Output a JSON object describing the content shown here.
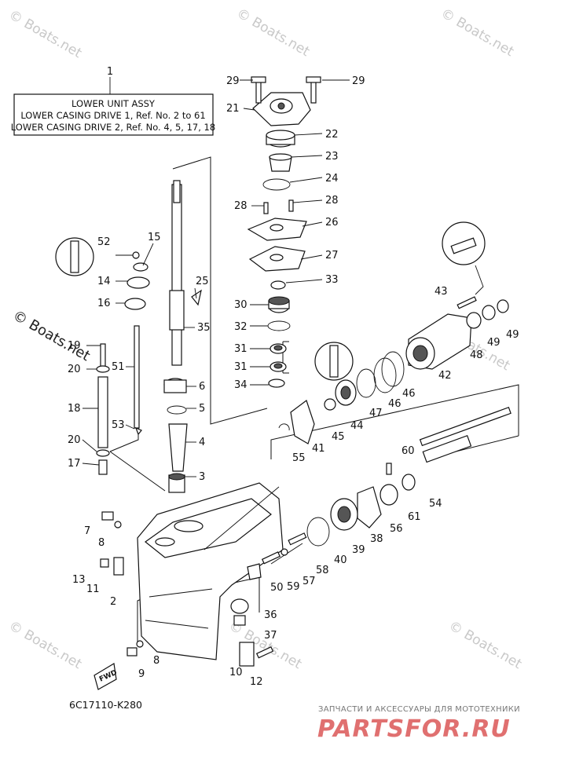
{
  "watermark": "© Boats.net",
  "assembly": {
    "ref": "1",
    "line1": "LOWER UNIT ASSY",
    "line2": "LOWER CASING DRIVE 1,  Ref. No. 2 to 61",
    "line3": "LOWER CASING DRIVE 2,  Ref. No. 4, 5, 17, 18"
  },
  "callouts": [
    "29",
    "29",
    "21",
    "22",
    "23",
    "24",
    "28",
    "28",
    "26",
    "27",
    "33",
    "30",
    "32",
    "31",
    "31",
    "34",
    "52",
    "15",
    "14",
    "16",
    "25",
    "35",
    "19",
    "20",
    "51",
    "6",
    "5",
    "18",
    "53",
    "20",
    "4",
    "17",
    "3",
    "43",
    "49",
    "49",
    "48",
    "42",
    "46",
    "46",
    "47",
    "44",
    "45",
    "41",
    "55",
    "60",
    "54",
    "61",
    "56",
    "38",
    "39",
    "40",
    "7",
    "8",
    "58",
    "57",
    "59",
    "13",
    "11",
    "50",
    "36",
    "2",
    "37",
    "8",
    "9",
    "10",
    "12"
  ],
  "fwd_label": "FWD",
  "diagram_code": "6C17110-K280",
  "brand": {
    "tagline": "ЗАПЧАСТИ И АКСЕССУАРЫ ДЛЯ МОТОТЕХНИКИ",
    "name": "PARTSFOR.RU"
  }
}
